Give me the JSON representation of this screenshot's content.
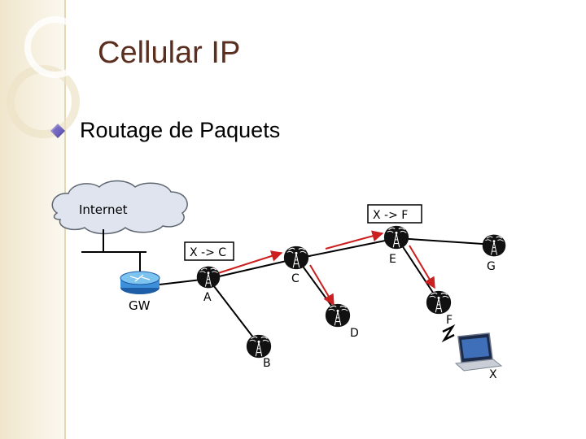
{
  "slide": {
    "title": "Cellular IP",
    "bullet": "Routage de Paquets"
  },
  "diagram": {
    "internet_label": "Internet",
    "gateway_label": "GW",
    "node_labels": {
      "A": "A",
      "B": "B",
      "C": "C",
      "D": "D",
      "E": "E",
      "F": "F",
      "G": "G"
    },
    "mobile_label": "X",
    "route_cache_c": "X -> C",
    "route_cache_f": "X -> F",
    "colors": {
      "title": "#5b2f1f",
      "arrows": "#cc1f1f",
      "links": "#000000",
      "cloud_fill": "#dfe4ef"
    },
    "icons": {
      "base_station": "cell-tower-icon",
      "gateway": "router-icon",
      "mobile": "laptop-icon",
      "bullet": "diamond-bullet-icon"
    }
  }
}
